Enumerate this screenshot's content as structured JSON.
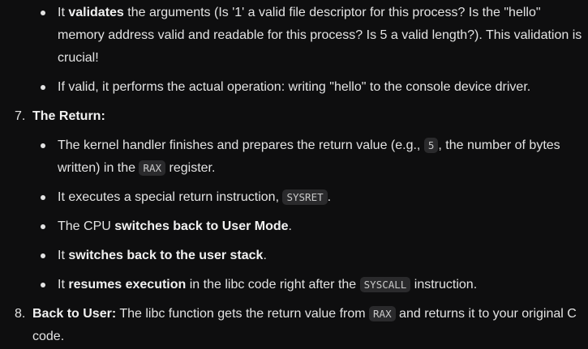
{
  "bullets_top": {
    "validate": {
      "pre": "It ",
      "bold": "validates",
      "post": " the arguments (Is '1' a valid file descriptor for this process? Is the \"hello\" memory address valid and readable for this process? Is 5 a valid length?). This validation is crucial!"
    },
    "perform": {
      "text": "If valid, it performs the actual operation: writing \"hello\" to the console device driver."
    }
  },
  "item7": {
    "number": "7.",
    "title": "The Return:",
    "bullets": {
      "finish": {
        "pre": "The kernel handler finishes and prepares the return value (e.g., ",
        "code1": "5",
        "mid": ", the number of bytes written) in the ",
        "code2": "RAX",
        "post": " register."
      },
      "sysret": {
        "pre": "It executes a special return instruction, ",
        "code": "SYSRET",
        "post": "."
      },
      "usermode": {
        "pre": "The CPU ",
        "bold": "switches back to User Mode",
        "post": "."
      },
      "stack": {
        "pre": "It ",
        "bold": "switches back to the user stack",
        "post": "."
      },
      "resume": {
        "pre": "It ",
        "bold": "resumes execution",
        "mid": " in the libc code right after the ",
        "code": "SYSCALL",
        "post": " instruction."
      }
    }
  },
  "item8": {
    "number": "8.",
    "title": "Back to User:",
    "pre": " The libc function gets the return value from ",
    "code": "RAX",
    "post": " and returns it to your original C code."
  }
}
